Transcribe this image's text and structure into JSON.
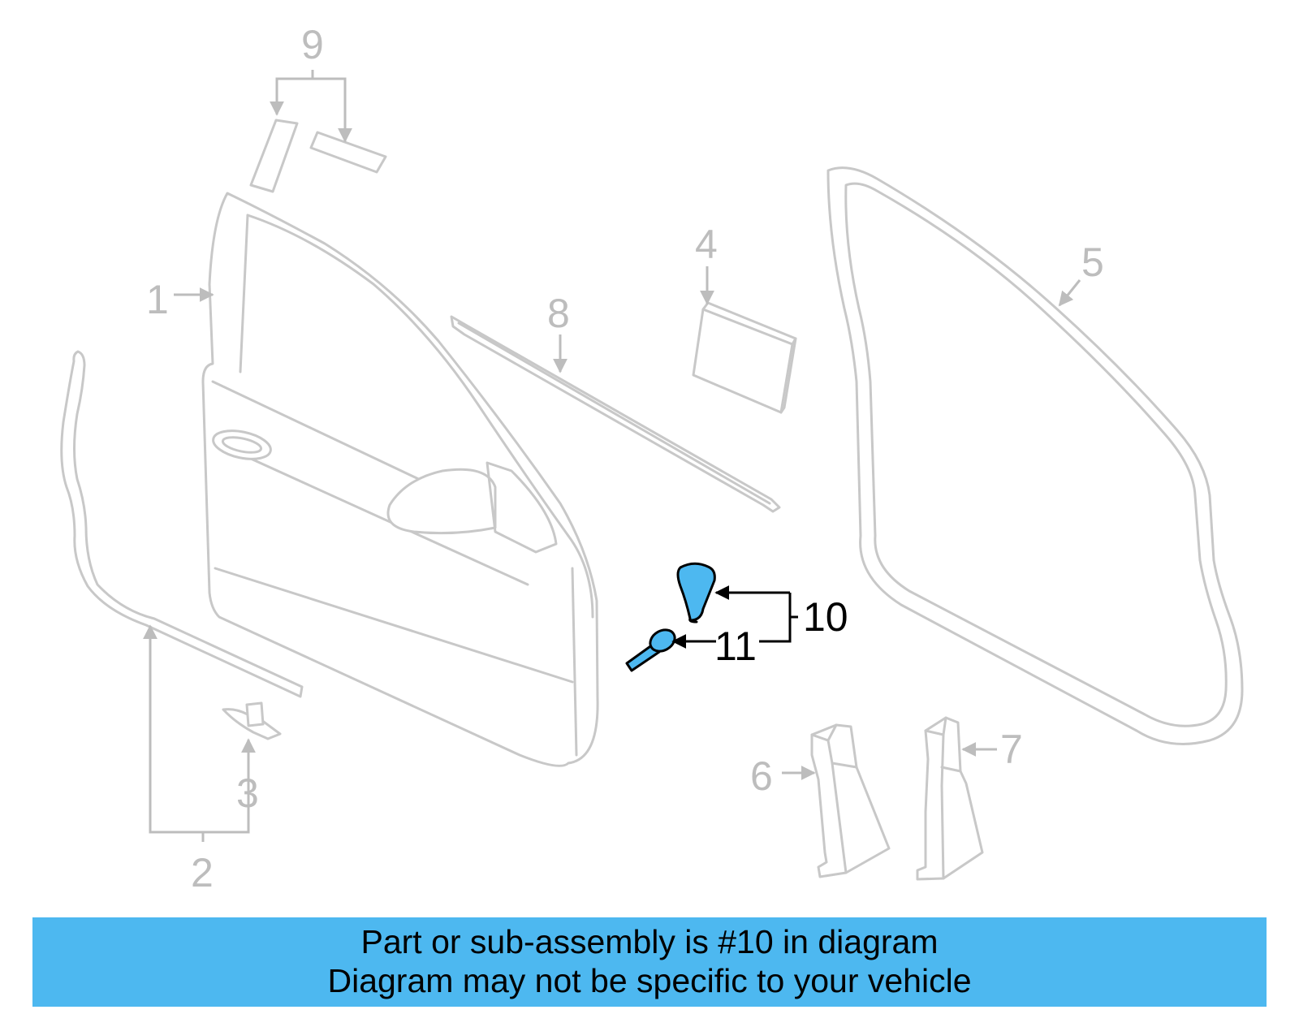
{
  "callouts": {
    "c1": "1",
    "c2": "2",
    "c3": "3",
    "c4": "4",
    "c5": "5",
    "c6": "6",
    "c7": "7",
    "c8": "8",
    "c9": "9",
    "c10": "10",
    "c11": "11"
  },
  "banner": {
    "line1": "Part or sub-assembly is #10 in diagram",
    "line2": "Diagram may not be specific to your vehicle"
  },
  "colors": {
    "highlight": "#4db8f0",
    "part_stroke": "#c8c8c8",
    "label_gray": "#bdbdbd",
    "label_dark": "#000000"
  }
}
